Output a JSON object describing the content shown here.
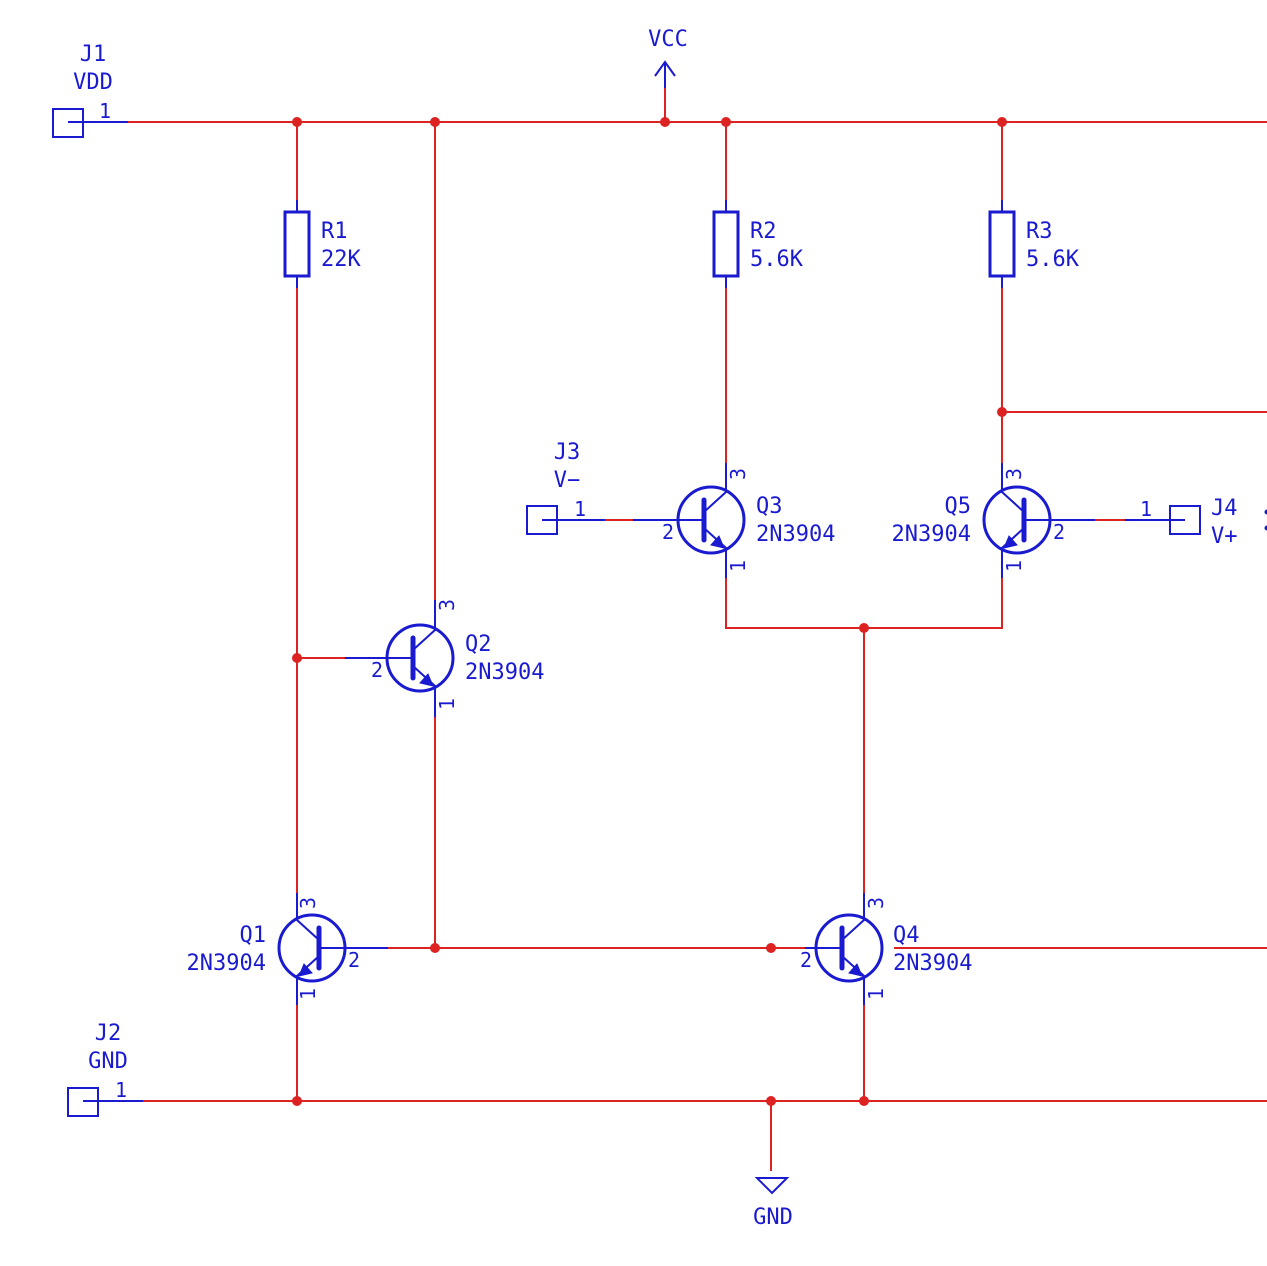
{
  "power": {
    "vcc": "VCC",
    "gnd": "GND"
  },
  "connectors": {
    "j1": {
      "ref": "J1",
      "value": "VDD",
      "pin": "1"
    },
    "j2": {
      "ref": "J2",
      "value": "GND",
      "pin": "1"
    },
    "j3": {
      "ref": "J3",
      "value": "V−",
      "pin": "1"
    },
    "j4": {
      "ref": "J4",
      "value": "V+",
      "pin": "1"
    }
  },
  "resistors": {
    "r1": {
      "ref": "R1",
      "value": "22K"
    },
    "r2": {
      "ref": "R2",
      "value": "5.6K"
    },
    "r3": {
      "ref": "R3",
      "value": "5.6K"
    }
  },
  "transistors": {
    "q1": {
      "ref": "Q1",
      "value": "2N3904",
      "pin_e": "1",
      "pin_b": "2",
      "pin_c": "3"
    },
    "q2": {
      "ref": "Q2",
      "value": "2N3904",
      "pin_e": "1",
      "pin_b": "2",
      "pin_c": "3"
    },
    "q3": {
      "ref": "Q3",
      "value": "2N3904",
      "pin_e": "1",
      "pin_b": "2",
      "pin_c": "3"
    },
    "q4": {
      "ref": "Q4",
      "value": "2N3904",
      "pin_e": "1",
      "pin_b": "2",
      "pin_c": "3"
    },
    "q5": {
      "ref": "Q5",
      "value": "2N3904",
      "pin_e": "1",
      "pin_b": "2",
      "pin_c": "3"
    }
  }
}
